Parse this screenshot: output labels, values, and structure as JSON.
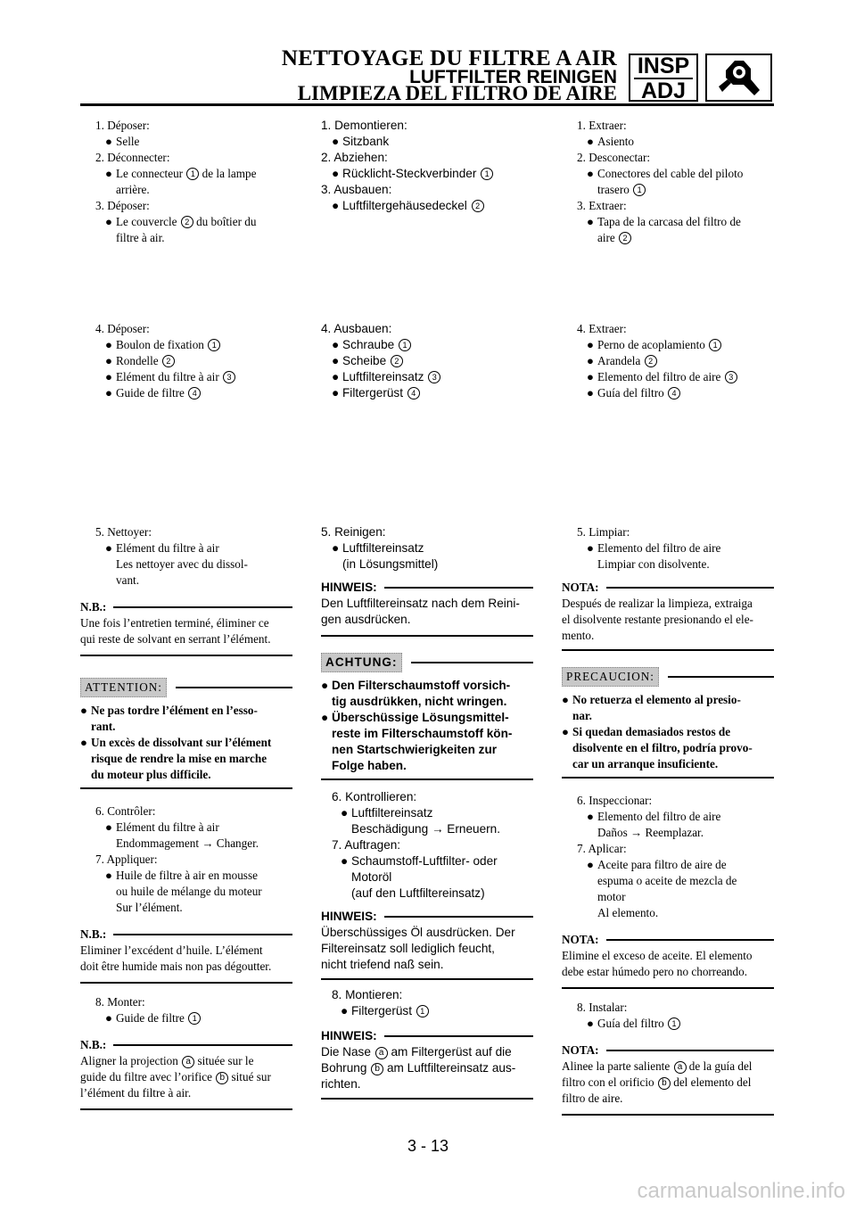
{
  "header": {
    "title_fr": "NETTOYAGE DU FILTRE A AIR",
    "title_de": "LUFTFILTER REINIGEN",
    "title_es": "LIMPIEZA DEL FILTRO DE AIRE",
    "badge_top": "INSP",
    "badge_bottom": "ADJ",
    "icon": "wrench-gear-icon"
  },
  "fr": {
    "s1_1": "1. Déposer:",
    "s1_1a": "Selle",
    "s1_2": "2. Déconnecter:",
    "s1_2a": "Le connecteur",
    "s1_2a_ref": "1",
    "s1_2a_tail": "de la lampe",
    "s1_2a_cont": "arrière.",
    "s1_3": "3. Déposer:",
    "s1_3a": "Le couvercle",
    "s1_3a_ref": "2",
    "s1_3a_tail": "du boîtier du",
    "s1_3a_cont": "filtre à air.",
    "s2_4": "4. Déposer:",
    "s2_a": "Boulon de fixation",
    "s2_b": "Rondelle",
    "s2_c": "Elément du filtre à air",
    "s2_d": "Guide de filtre",
    "s3_5": "5. Nettoyer:",
    "s3_a": "Elément du filtre à air",
    "s3_b1": "Les nettoyer avec du dissol-",
    "s3_b2": "vant.",
    "nb": "N.B.:",
    "nb1_1": "Une fois l’entretien terminé, éliminer ce",
    "nb1_2": "qui reste de solvant en serrant l’élément.",
    "attention": "ATTENTION:",
    "att_1a": "Ne pas tordre l’élément en l’esso-",
    "att_1b": "rant.",
    "att_2a": "Un excès de dissolvant sur l’élément",
    "att_2b": "risque de rendre la mise en marche",
    "att_2c": "du moteur plus difficile.",
    "s6": "6. Contrôler:",
    "s6a": "Elément du filtre à air",
    "s6b": "Endommagement → Changer.",
    "s7": "7. Appliquer:",
    "s7a": "Huile de filtre à air en mousse",
    "s7b": "ou huile de mélange du moteur",
    "s7c": "Sur l’élément.",
    "nb2_1": "Eliminer l’excédent d’huile. L’élément",
    "nb2_2": "doit être humide mais non pas dégoutter.",
    "s8": "8. Monter:",
    "s8a": "Guide de filtre",
    "nb3_1a": "Aligner la projection",
    "nb3_1b": "située sur le",
    "nb3_2a": "guide du filtre avec l’orifice",
    "nb3_2b": "situé sur",
    "nb3_3": "l’élément du filtre à air."
  },
  "de": {
    "s1_1": "1. Demontieren:",
    "s1_1a": "Sitzbank",
    "s1_2": "2. Abziehen:",
    "s1_2a": "Rücklicht-Steckverbinder",
    "s1_3": "3. Ausbauen:",
    "s1_3a": "Luftfiltergehäusedeckel",
    "s2_4": "4. Ausbauen:",
    "s2_a": "Schraube",
    "s2_b": "Scheibe",
    "s2_c": "Luftfiltereinsatz",
    "s2_d": "Filtergerüst",
    "s3_5": "5. Reinigen:",
    "s3_a": "Luftfiltereinsatz",
    "s3_b": "(in Lösungsmittel)",
    "hinweis": "HINWEIS:",
    "h1_1": "Den Luftfiltereinsatz nach dem Reini-",
    "h1_2": "gen ausdrücken.",
    "achtung": "ACHTUNG:",
    "a_1a": "Den Filterschaumstoff vorsich-",
    "a_1b": "tig ausdrükken, nicht wringen.",
    "a_2a": "Überschüssige Lösungsmittel-",
    "a_2b": "reste im Filterschaumstoff kön-",
    "a_2c": "nen Startschwierigkeiten zur",
    "a_2d": "Folge haben.",
    "s6": "6. Kontrollieren:",
    "s6a": "Luftfiltereinsatz",
    "s6b": "Beschädigung → Erneuern.",
    "s7": "7. Auftragen:",
    "s7a": "Schaumstoff-Luftfilter-  oder",
    "s7b": "Motoröl",
    "s7c": "(auf den Luftfiltereinsatz)",
    "h2_1": "Überschüssiges Öl ausdrücken. Der",
    "h2_2": "Filtereinsatz soll lediglich feucht,",
    "h2_3": "nicht triefend naß sein.",
    "s8": "8. Montieren:",
    "s8a": "Filtergerüst",
    "h3_1a": "Die Nase",
    "h3_1b": "am Filtergerüst auf die",
    "h3_2a": "Bohrung",
    "h3_2b": "am Luftfiltereinsatz aus-",
    "h3_3": "richten."
  },
  "es": {
    "s1_1": "1. Extraer:",
    "s1_1a": "Asiento",
    "s1_2": "2. Desconectar:",
    "s1_2a": "Conectores del cable del piloto",
    "s1_2b": "trasero",
    "s1_3": "3. Extraer:",
    "s1_3a": "Tapa de la carcasa del filtro de",
    "s1_3b": "aire",
    "s2_4": "4. Extraer:",
    "s2_a": "Perno de acoplamiento",
    "s2_b": "Arandela",
    "s2_c": "Elemento del filtro de aire",
    "s2_d": "Guía del filtro",
    "s3_5": "5. Limpiar:",
    "s3_a": "Elemento del filtro de aire",
    "s3_b": "Limpiar con disolvente.",
    "nota": "NOTA:",
    "n1_1": "Después de realizar la limpieza, extraiga",
    "n1_2": "el disolvente restante presionando el ele-",
    "n1_3": "mento.",
    "precaucion": "PRECAUCION:",
    "p_1a": "No retuerza el elemento al presio-",
    "p_1b": "nar.",
    "p_2a": "Si quedan demasiados restos de",
    "p_2b": "disolvente en el filtro, podría provo-",
    "p_2c": "car un arranque insuficiente.",
    "s6": "6. Inspeccionar:",
    "s6a": "Elemento del filtro de aire",
    "s6b": "Daños → Reemplazar.",
    "s7": "7. Aplicar:",
    "s7a": "Aceite para filtro de aire de",
    "s7b": "espuma o aceite de mezcla de",
    "s7c": "motor",
    "s7d": "Al elemento.",
    "n2_1": "Elimine el exceso de aceite. El elemento",
    "n2_2": "debe estar húmedo pero no chorreando.",
    "s8": "8. Instalar:",
    "s8a": "Guía del filtro",
    "n3_1a": "Alinee la parte saliente",
    "n3_1b": "de la guía del",
    "n3_2a": "filtro con el orificio",
    "n3_2b": "del elemento del",
    "n3_3": "filtro de aire."
  },
  "refs": {
    "r1": "1",
    "r2": "2",
    "r3": "3",
    "r4": "4",
    "a": "a",
    "b": "b"
  },
  "bullet": "●",
  "page_number": "3 - 13",
  "watermark": "carmanualsonline.info"
}
